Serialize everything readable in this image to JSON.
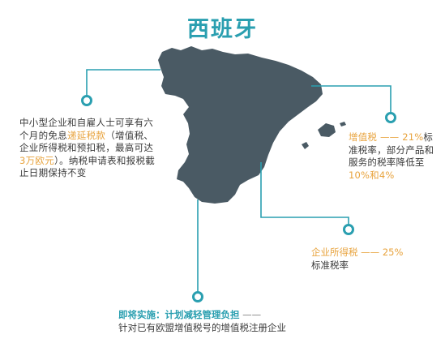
{
  "title": "西班牙",
  "colors": {
    "map": "#4a5a64",
    "accent": "#2a9fb0",
    "highlight": "#e8a33d",
    "text": "#3a3a3a",
    "title": "#2a9fb0"
  },
  "notes": {
    "left": {
      "text_1": "中小型企业和自雇人士可享有六个月的免息",
      "highlight_1": "递延税款",
      "text_2": "（增值税、企业所得税和预扣税，最高可达",
      "highlight_2": "3万欧元",
      "text_3": "）。纳税申请表和报税截止日期保持不变"
    },
    "vat": {
      "label": "增值税",
      "dash": "——",
      "rate": "21%",
      "text_1": "标准税率，部分产品和服务的税率降低至",
      "rate_low": "10%和4%"
    },
    "cit": {
      "label": "企业所得税",
      "dash": "——",
      "rate": "25%",
      "text": "标准税率"
    },
    "bottom": {
      "label": "即将实施：计划减轻管理负担",
      "dash": "——",
      "text": "针对已有欧盟增值税号的增值税注册企业"
    }
  }
}
